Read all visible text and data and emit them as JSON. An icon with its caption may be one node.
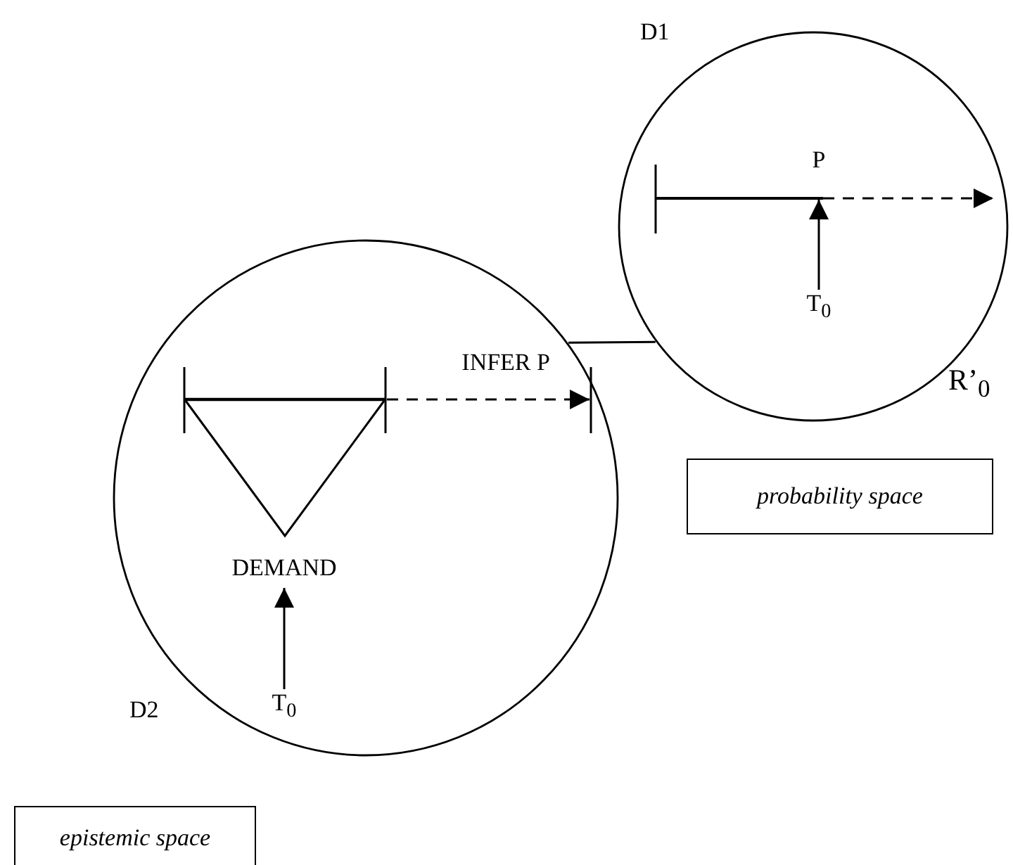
{
  "diagram": {
    "nodes": [
      {
        "text": [],
        "shape": "circle",
        "beside": [
          "D1",
          "R’$_{0}$"
        ]
      },
      {
        "text": [
          "P"
        ],
        "in": 0
      },
      {
        "text": [
          "T$_{0}$"
        ],
        "in": 0
      },
      {
        "text": [
          "probability space"
        ]
      },
      {
        "text": [],
        "shape": "circle",
        "beside": [
          "D2"
        ]
      },
      {
        "text": [],
        "shape": "triangle",
        "in": 4
      },
      {
        "text": [
          "DEMAND"
        ],
        "in": 4
      },
      {
        "text": [
          "T$_{0}$"
        ],
        "in": 4
      },
      {
        "text": [
          "epistemic space"
        ]
      }
    ],
    "edges": [
      {
        "from": 2,
        "to": 1,
        "arrow": "to"
      },
      {
        "from": 7,
        "to": 6,
        "arrow": "to"
      },
      {
        "from": 4,
        "to": 0,
        "arrow": "none"
      },
      {
        "from": 5,
        "to": null,
        "arrow": "to",
        "style": "dashed",
        "label": "INFER P"
      }
    ]
  }
}
